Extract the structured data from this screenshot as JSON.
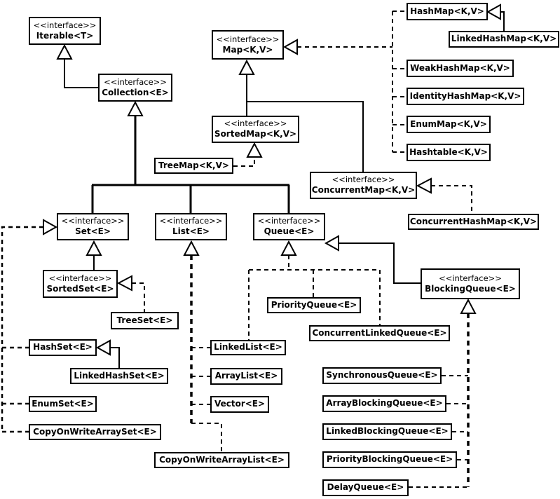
{
  "colors": {
    "background": "#ffffff",
    "line": "#000000",
    "text": "#000000"
  },
  "nodes": {
    "iterable": {
      "stereotype": "<<interface>>",
      "label": "Iterable<T>"
    },
    "collection": {
      "stereotype": "<<interface>>",
      "label": "Collection<E>"
    },
    "map": {
      "stereotype": "<<interface>>",
      "label": "Map<K,V>"
    },
    "sortedmap": {
      "stereotype": "<<interface>>",
      "label": "SortedMap<K,V>"
    },
    "concurrentmap": {
      "stereotype": "<<interface>>",
      "label": "ConcurrentMap<K,V>"
    },
    "set": {
      "stereotype": "<<interface>>",
      "label": "Set<E>"
    },
    "list": {
      "stereotype": "<<interface>>",
      "label": "List<E>"
    },
    "queue": {
      "stereotype": "<<interface>>",
      "label": "Queue<E>"
    },
    "sortedset": {
      "stereotype": "<<interface>>",
      "label": "SortedSet<E>"
    },
    "blockingqueue": {
      "stereotype": "<<interface>>",
      "label": "BlockingQueue<E>"
    },
    "treemap": {
      "label": "TreeMap<K,V>"
    },
    "hashmap": {
      "label": "HashMap<K,V>"
    },
    "linkedhashmap": {
      "label": "LinkedHashMap<K,V>"
    },
    "weakhashmap": {
      "label": "WeakHashMap<K,V>"
    },
    "identityhashmap": {
      "label": "IdentityHashMap<K,V>"
    },
    "enummap": {
      "label": "EnumMap<K,V>"
    },
    "hashtable": {
      "label": "Hashtable<K,V>"
    },
    "concurrenthashmap": {
      "label": "ConcurrentHashMap<K,V>"
    },
    "treeset": {
      "label": "TreeSet<E>"
    },
    "priorityqueue": {
      "label": "PriorityQueue<E>"
    },
    "concurrentlinkedqueue": {
      "label": "ConcurrentLinkedQueue<E>"
    },
    "hashset": {
      "label": "HashSet<E>"
    },
    "linkedhashset": {
      "label": "LinkedHashSet<E>"
    },
    "enumset": {
      "label": "EnumSet<E>"
    },
    "copyonwritearrayset": {
      "label": "CopyOnWriteArraySet<E>"
    },
    "linkedlist": {
      "label": "LinkedList<E>"
    },
    "arraylist": {
      "label": "ArrayList<E>"
    },
    "vector": {
      "label": "Vector<E>"
    },
    "copyonwritearraylist": {
      "label": "CopyOnWriteArrayList<E>"
    },
    "synchronousqueue": {
      "label": "SynchronousQueue<E>"
    },
    "arrayblockingqueue": {
      "label": "ArrayBlockingQueue<E>"
    },
    "linkedblockingqueue": {
      "label": "LinkedBlockingQueue<E>"
    },
    "priorityblockingqueue": {
      "label": "PriorityBlockingQueue<E>"
    },
    "delayqueue": {
      "label": "DelayQueue<E>"
    }
  },
  "relations": [
    {
      "from": "Collection<E>",
      "to": "Iterable<T>",
      "type": "extends-solid"
    },
    {
      "from": "Set<E>",
      "to": "Collection<E>",
      "type": "extends-solid"
    },
    {
      "from": "List<E>",
      "to": "Collection<E>",
      "type": "extends-solid"
    },
    {
      "from": "Queue<E>",
      "to": "Collection<E>",
      "type": "extends-solid"
    },
    {
      "from": "SortedMap<K,V>",
      "to": "Map<K,V>",
      "type": "extends-solid"
    },
    {
      "from": "ConcurrentMap<K,V>",
      "to": "Map<K,V>",
      "type": "extends-solid"
    },
    {
      "from": "SortedSet<E>",
      "to": "Set<E>",
      "type": "extends-solid"
    },
    {
      "from": "BlockingQueue<E>",
      "to": "Queue<E>",
      "type": "extends-solid"
    },
    {
      "from": "LinkedHashMap<K,V>",
      "to": "HashMap<K,V>",
      "type": "extends-solid"
    },
    {
      "from": "LinkedHashSet<E>",
      "to": "HashSet<E>",
      "type": "extends-solid"
    },
    {
      "from": "HashMap<K,V>",
      "to": "Map<K,V>",
      "type": "implements-dashed"
    },
    {
      "from": "WeakHashMap<K,V>",
      "to": "Map<K,V>",
      "type": "implements-dashed"
    },
    {
      "from": "IdentityHashMap<K,V>",
      "to": "Map<K,V>",
      "type": "implements-dashed"
    },
    {
      "from": "EnumMap<K,V>",
      "to": "Map<K,V>",
      "type": "implements-dashed"
    },
    {
      "from": "Hashtable<K,V>",
      "to": "Map<K,V>",
      "type": "implements-dashed"
    },
    {
      "from": "TreeMap<K,V>",
      "to": "SortedMap<K,V>",
      "type": "implements-dashed"
    },
    {
      "from": "ConcurrentHashMap<K,V>",
      "to": "ConcurrentMap<K,V>",
      "type": "implements-dashed"
    },
    {
      "from": "TreeSet<E>",
      "to": "SortedSet<E>",
      "type": "implements-dashed"
    },
    {
      "from": "HashSet<E>",
      "to": "Set<E>",
      "type": "implements-dashed"
    },
    {
      "from": "EnumSet<E>",
      "to": "Set<E>",
      "type": "implements-dashed"
    },
    {
      "from": "CopyOnWriteArraySet<E>",
      "to": "Set<E>",
      "type": "implements-dashed"
    },
    {
      "from": "LinkedList<E>",
      "to": "Queue<E>",
      "type": "implements-dashed"
    },
    {
      "from": "PriorityQueue<E>",
      "to": "Queue<E>",
      "type": "implements-dashed"
    },
    {
      "from": "ConcurrentLinkedQueue<E>",
      "to": "Queue<E>",
      "type": "implements-dashed"
    },
    {
      "from": "LinkedList<E>",
      "to": "List<E>",
      "type": "implements-dashed"
    },
    {
      "from": "ArrayList<E>",
      "to": "List<E>",
      "type": "implements-dashed"
    },
    {
      "from": "Vector<E>",
      "to": "List<E>",
      "type": "implements-dashed"
    },
    {
      "from": "CopyOnWriteArrayList<E>",
      "to": "List<E>",
      "type": "implements-dashed"
    },
    {
      "from": "SynchronousQueue<E>",
      "to": "BlockingQueue<E>",
      "type": "implements-dashed"
    },
    {
      "from": "ArrayBlockingQueue<E>",
      "to": "BlockingQueue<E>",
      "type": "implements-dashed"
    },
    {
      "from": "LinkedBlockingQueue<E>",
      "to": "BlockingQueue<E>",
      "type": "implements-dashed"
    },
    {
      "from": "PriorityBlockingQueue<E>",
      "to": "BlockingQueue<E>",
      "type": "implements-dashed"
    },
    {
      "from": "DelayQueue<E>",
      "to": "BlockingQueue<E>",
      "type": "implements-dashed"
    }
  ]
}
